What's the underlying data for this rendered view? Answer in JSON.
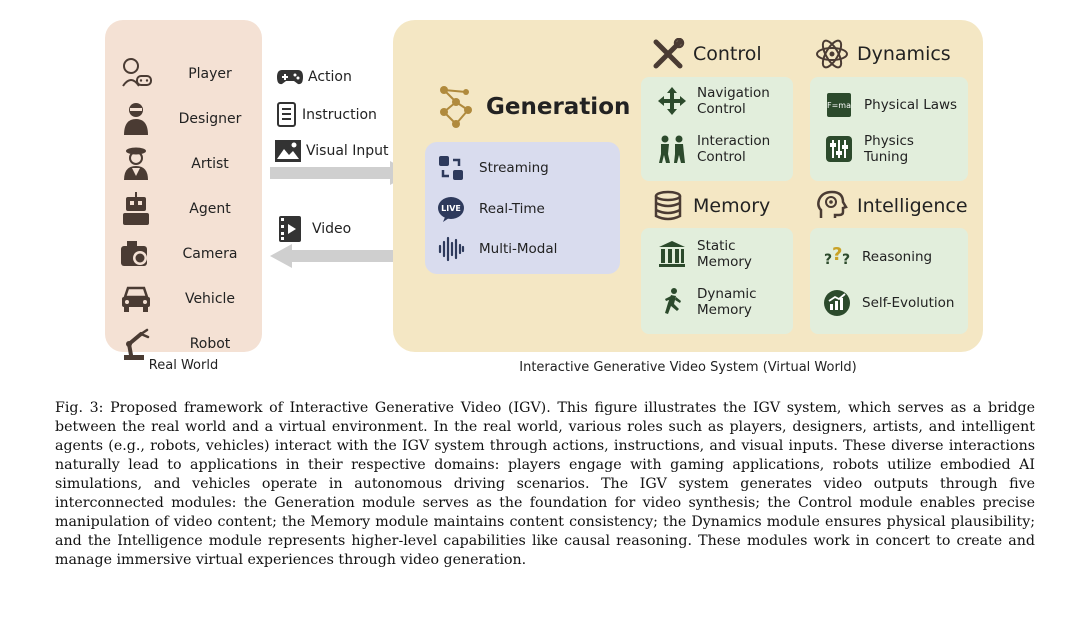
{
  "real_world": {
    "caption": "Real World",
    "roles": [
      {
        "label": "Player",
        "icon": "player-icon"
      },
      {
        "label": "Designer",
        "icon": "designer-icon"
      },
      {
        "label": "Artist",
        "icon": "artist-icon"
      },
      {
        "label": "Agent",
        "icon": "agent-icon"
      },
      {
        "label": "Camera",
        "icon": "camera-icon"
      },
      {
        "label": "Vehicle",
        "icon": "vehicle-icon"
      },
      {
        "label": "Robot",
        "icon": "robot-icon"
      }
    ]
  },
  "inputs": [
    {
      "label": "Action",
      "icon": "gamepad-icon"
    },
    {
      "label": "Instruction",
      "icon": "document-icon"
    },
    {
      "label": "Visual Input",
      "icon": "image-icon"
    }
  ],
  "output": {
    "label": "Video",
    "icon": "video-icon"
  },
  "virtual_world": {
    "caption": "Interactive Generative Video System (Virtual World)",
    "generation": {
      "title": "Generation",
      "items": [
        "Streaming",
        "Real-Time",
        "Multi-Modal"
      ]
    },
    "control": {
      "title": "Control",
      "items": [
        "Navigation\nControl",
        "Interaction\nControl"
      ]
    },
    "dynamics": {
      "title": "Dynamics",
      "items": [
        "Physical Laws",
        "Physics\nTuning"
      ]
    },
    "memory": {
      "title": "Memory",
      "items": [
        "Static\nMemory",
        "Dynamic\nMemory"
      ]
    },
    "intelligence": {
      "title": "Intelligence",
      "items": [
        "Reasoning",
        "Self-Evolution"
      ]
    }
  },
  "figure_caption": "Fig. 3: Proposed framework of Interactive Generative Video (IGV). This figure illustrates the IGV system, which serves as a bridge between the real world and a virtual environment. In the real world, various roles such as players, designers, artists, and intelligent agents (e.g., robots, vehicles) interact with the IGV system through actions, instructions, and visual inputs. These diverse interactions naturally lead to applications in their respective domains: players engage with gaming applications, robots utilize embodied AI simulations, and vehicles operate in autonomous driving scenarios. The IGV system generates video outputs through five interconnected modules: the Generation module serves as the foundation for video synthesis; the Control module enables precise manipulation of video content; the Memory module maintains content consistency; the Dynamics module ensures physical plausibility; and the Intelligence module represents higher-level capabilities like causal reasoning. These modules work in concert to create and manage immersive virtual experiences through video generation.",
  "colors": {
    "real_panel": "#f4e1d4",
    "virtual_panel": "#f4e7c4",
    "generation_box": "#d9dcee",
    "module_box": "#e2eedc",
    "arrow": "#cfcfcf",
    "icon": "#4a3b33"
  }
}
